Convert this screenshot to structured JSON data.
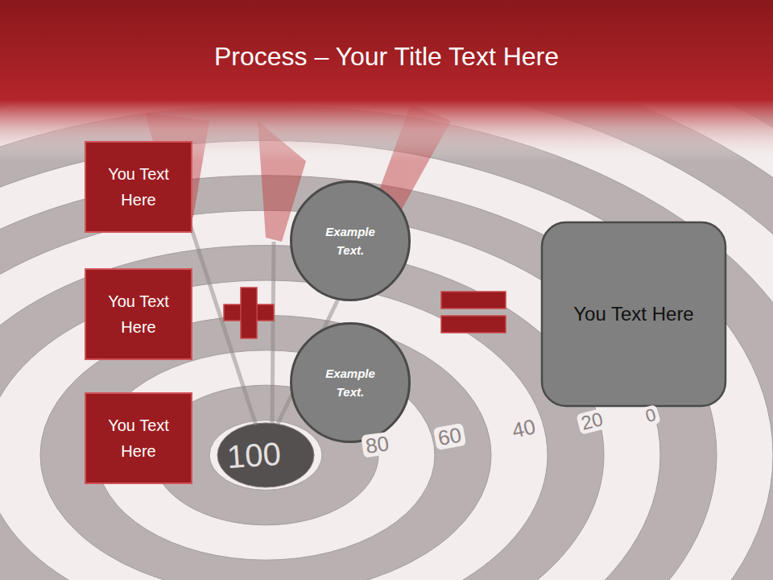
{
  "diagram": {
    "title": "Process – Your Title Text Here",
    "nodes": [
      {
        "text": [
          "You Text Here"
        ]
      },
      {
        "text": [
          "You Text Here"
        ]
      },
      {
        "text": [
          "You Text Here"
        ]
      },
      {
        "text": [
          "Example Text."
        ]
      },
      {
        "text": [
          "Example Text."
        ]
      },
      {
        "text": [
          "You Text Here"
        ]
      }
    ],
    "labels": [
      "100",
      "80",
      "60",
      "40",
      "20",
      "0"
    ]
  }
}
